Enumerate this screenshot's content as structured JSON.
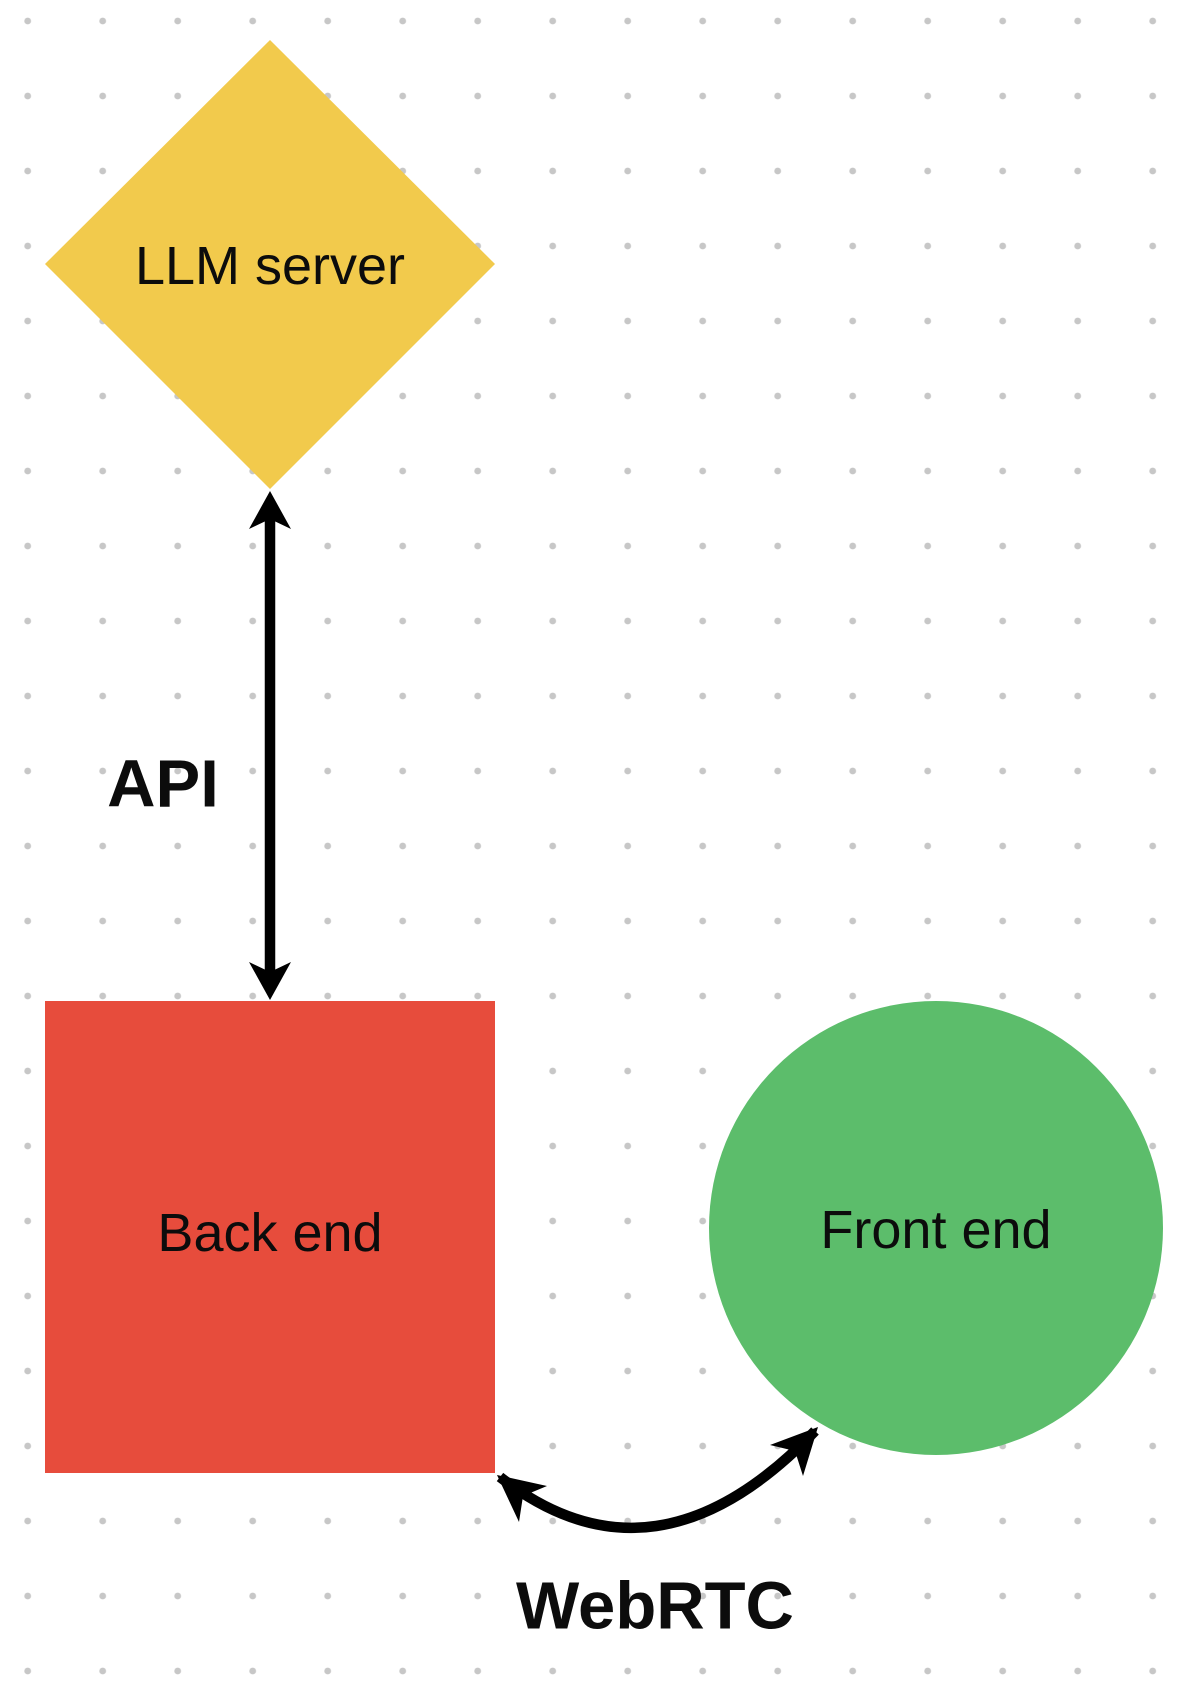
{
  "diagram": {
    "nodes": {
      "llm_server": {
        "label": "LLM server",
        "shape": "diamond"
      },
      "back_end": {
        "label": "Back end",
        "shape": "square"
      },
      "front_end": {
        "label": "Front end",
        "shape": "circle"
      }
    },
    "edges": {
      "api": {
        "label": "API",
        "from": "llm_server",
        "to": "back_end",
        "arrow": "double-headed straight"
      },
      "webrtc": {
        "label": "WebRTC",
        "from": "back_end",
        "to": "front_end",
        "arrow": "double-headed curved"
      }
    }
  },
  "colors": {
    "background": "#ffffff",
    "grid_dot": "#c7c7c7",
    "llm_server_fill": "#f2ca4c",
    "back_end_fill": "#e74c3c",
    "front_end_fill": "#5cbd6b",
    "arrow": "#000000",
    "text": "#0c0c0c"
  }
}
